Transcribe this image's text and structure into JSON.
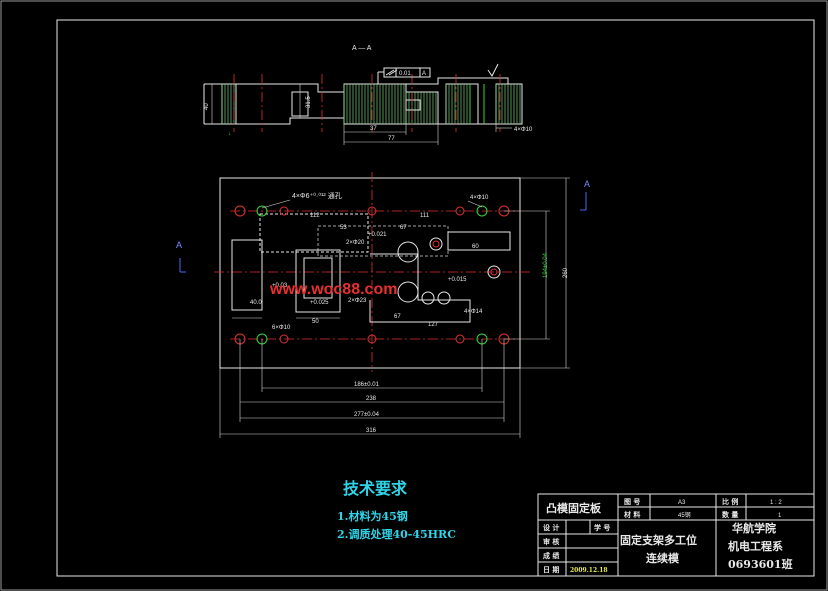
{
  "section": {
    "title": "A — A",
    "tolerance_value": "0.01",
    "tolerance_datum": "A",
    "roughness_note": "",
    "dims": [
      "40",
      "31.5",
      "37",
      "77",
      "4×Φ10"
    ]
  },
  "plan": {
    "view_marker": "A",
    "holes_note_left": "4×Φ6⁺⁰·⁰¹² 通孔",
    "holes_note_right": "4×Φ10",
    "note_2x20": "2×Φ20",
    "note_2x23": "2×Φ23",
    "note_4x14": "4×Φ14",
    "note_6x10": "6×Φ10",
    "dims": {
      "d112": "112",
      "d111": "111",
      "d53": "53",
      "d67a": "67",
      "d60": "60",
      "d67b": "67",
      "d127": "127",
      "d001": "+0.021",
      "d0015": "+0.015",
      "d003": "+0.03",
      "d0025": "+0.025",
      "d40": "40.0",
      "d50": "50",
      "d186": "186±0.01",
      "d238": "238",
      "d277": "277±0.04",
      "d316": "316",
      "d194": "194±0.04",
      "d260": "260"
    },
    "watermark": "www.woc88.com"
  },
  "tech": {
    "title": "技术要求",
    "items": [
      "1.材料为45钢",
      "2.调质处理40-45HRC"
    ]
  },
  "title_block": {
    "part_name": "凸模固定板",
    "row1": {
      "l1": "图 号",
      "v1": "A3",
      "l2": "比 例",
      "v2": "1 : 2"
    },
    "row2": {
      "l1": "材 料",
      "v1": "45钢",
      "l2": "数 量",
      "v2": "1"
    },
    "design": "设 计",
    "student": "学 号",
    "review": "审 核",
    "score": "成 绩",
    "date_label": "日 期",
    "date": "2009.12.18",
    "project": [
      "固定支架多工位",
      "连续模"
    ],
    "school": [
      "华航学院",
      "机电工程系",
      "0693601班"
    ]
  }
}
